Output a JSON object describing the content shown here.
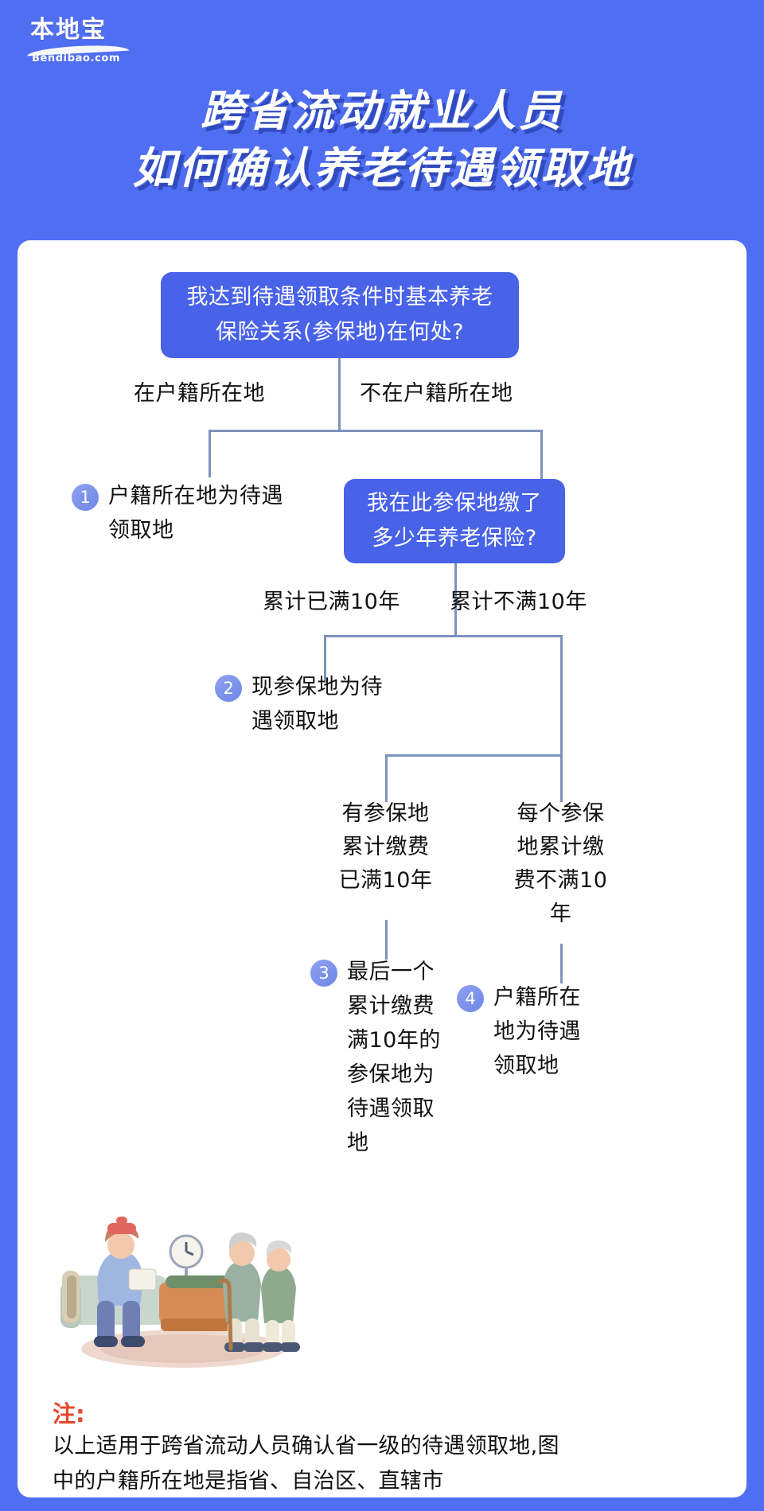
{
  "brand": {
    "logo_cn": "本地宝",
    "logo_en": "Bendibao.com"
  },
  "header": {
    "title_line1": "跨省流动就业人员",
    "title_line2": "如何确认养老待遇领取地",
    "background_color": "#4f6ef2",
    "title_color": "#ffffff"
  },
  "flowchart": {
    "decision_1": "我达到待遇领取条件时基本养老\n保险关系(参保地)在何处?",
    "edge_1_left": "在户籍所在地",
    "edge_1_right": "不在户籍所在地",
    "outcome_1": {
      "number": "1",
      "text": "户籍所在地为待遇\n领取地"
    },
    "decision_2": "我在此参保地缴了\n多少年养老保险?",
    "edge_2_left": "累计已满10年",
    "edge_2_right": "累计不满10年",
    "outcome_2": {
      "number": "2",
      "text": "现参保地为待\n遇领取地"
    },
    "edge_3_left": "有参保地\n累计缴费\n已满10年",
    "edge_3_right": "每个参保\n地累计缴\n费不满10\n年",
    "outcome_3": {
      "number": "3",
      "text": "最后一个\n累计缴费\n满10年的\n参保地为\n待遇领取\n地"
    },
    "outcome_4": {
      "number": "4",
      "text": "户籍所在\n地为待遇\n领取地"
    },
    "box_color": "#4862e8",
    "line_color": "#7d93bd",
    "badge_color": "#7d93e8"
  },
  "footer": {
    "note_label": "注:",
    "note_text": "以上适用于跨省流动人员确认省一级的待遇领取地,图\n中的户籍所在地是指省、自治区、直辖市",
    "note_label_color": "#e8472f"
  }
}
